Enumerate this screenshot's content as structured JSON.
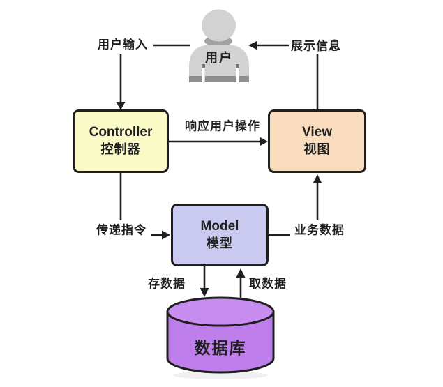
{
  "diagram": {
    "title_semantic": "MVC architecture diagram",
    "user": {
      "label": "用户",
      "icon": "person-icon"
    },
    "nodes": {
      "controller": {
        "title": "Controller",
        "subtitle": "控制器"
      },
      "view": {
        "title": "View",
        "subtitle": "视图"
      },
      "model": {
        "title": "Model",
        "subtitle": "模型"
      },
      "database": {
        "label": "数据库",
        "icon": "database-cylinder-icon"
      }
    },
    "edges": {
      "user_input": {
        "label": "用户输入",
        "from": "用户",
        "to": "Controller"
      },
      "display_info": {
        "label": "展示信息",
        "from": "View",
        "to": "用户"
      },
      "respond_user_ops": {
        "label": "响应用户操作",
        "from": "Controller",
        "to": "View"
      },
      "pass_commands": {
        "label": "传递指令",
        "from": "Controller",
        "to": "Model"
      },
      "business_data": {
        "label": "业务数据",
        "from": "Model",
        "to": "View"
      },
      "store_data": {
        "label": "存数据",
        "from": "Model",
        "to": "数据库"
      },
      "fetch_data": {
        "label": "取数据",
        "from": "数据库",
        "to": "Model"
      }
    },
    "colors": {
      "controller_fill": "#FAFAC8",
      "view_fill": "#FADDBE",
      "model_fill": "#CACAF0",
      "database_fill": "#BE7EEB",
      "database_top_fill": "#C88DF1",
      "outline": "#1F1F1F",
      "user_fill": "#D2D2D2",
      "user_band": "#8F8F8F",
      "user_shadow": "#A2A2A2"
    }
  }
}
